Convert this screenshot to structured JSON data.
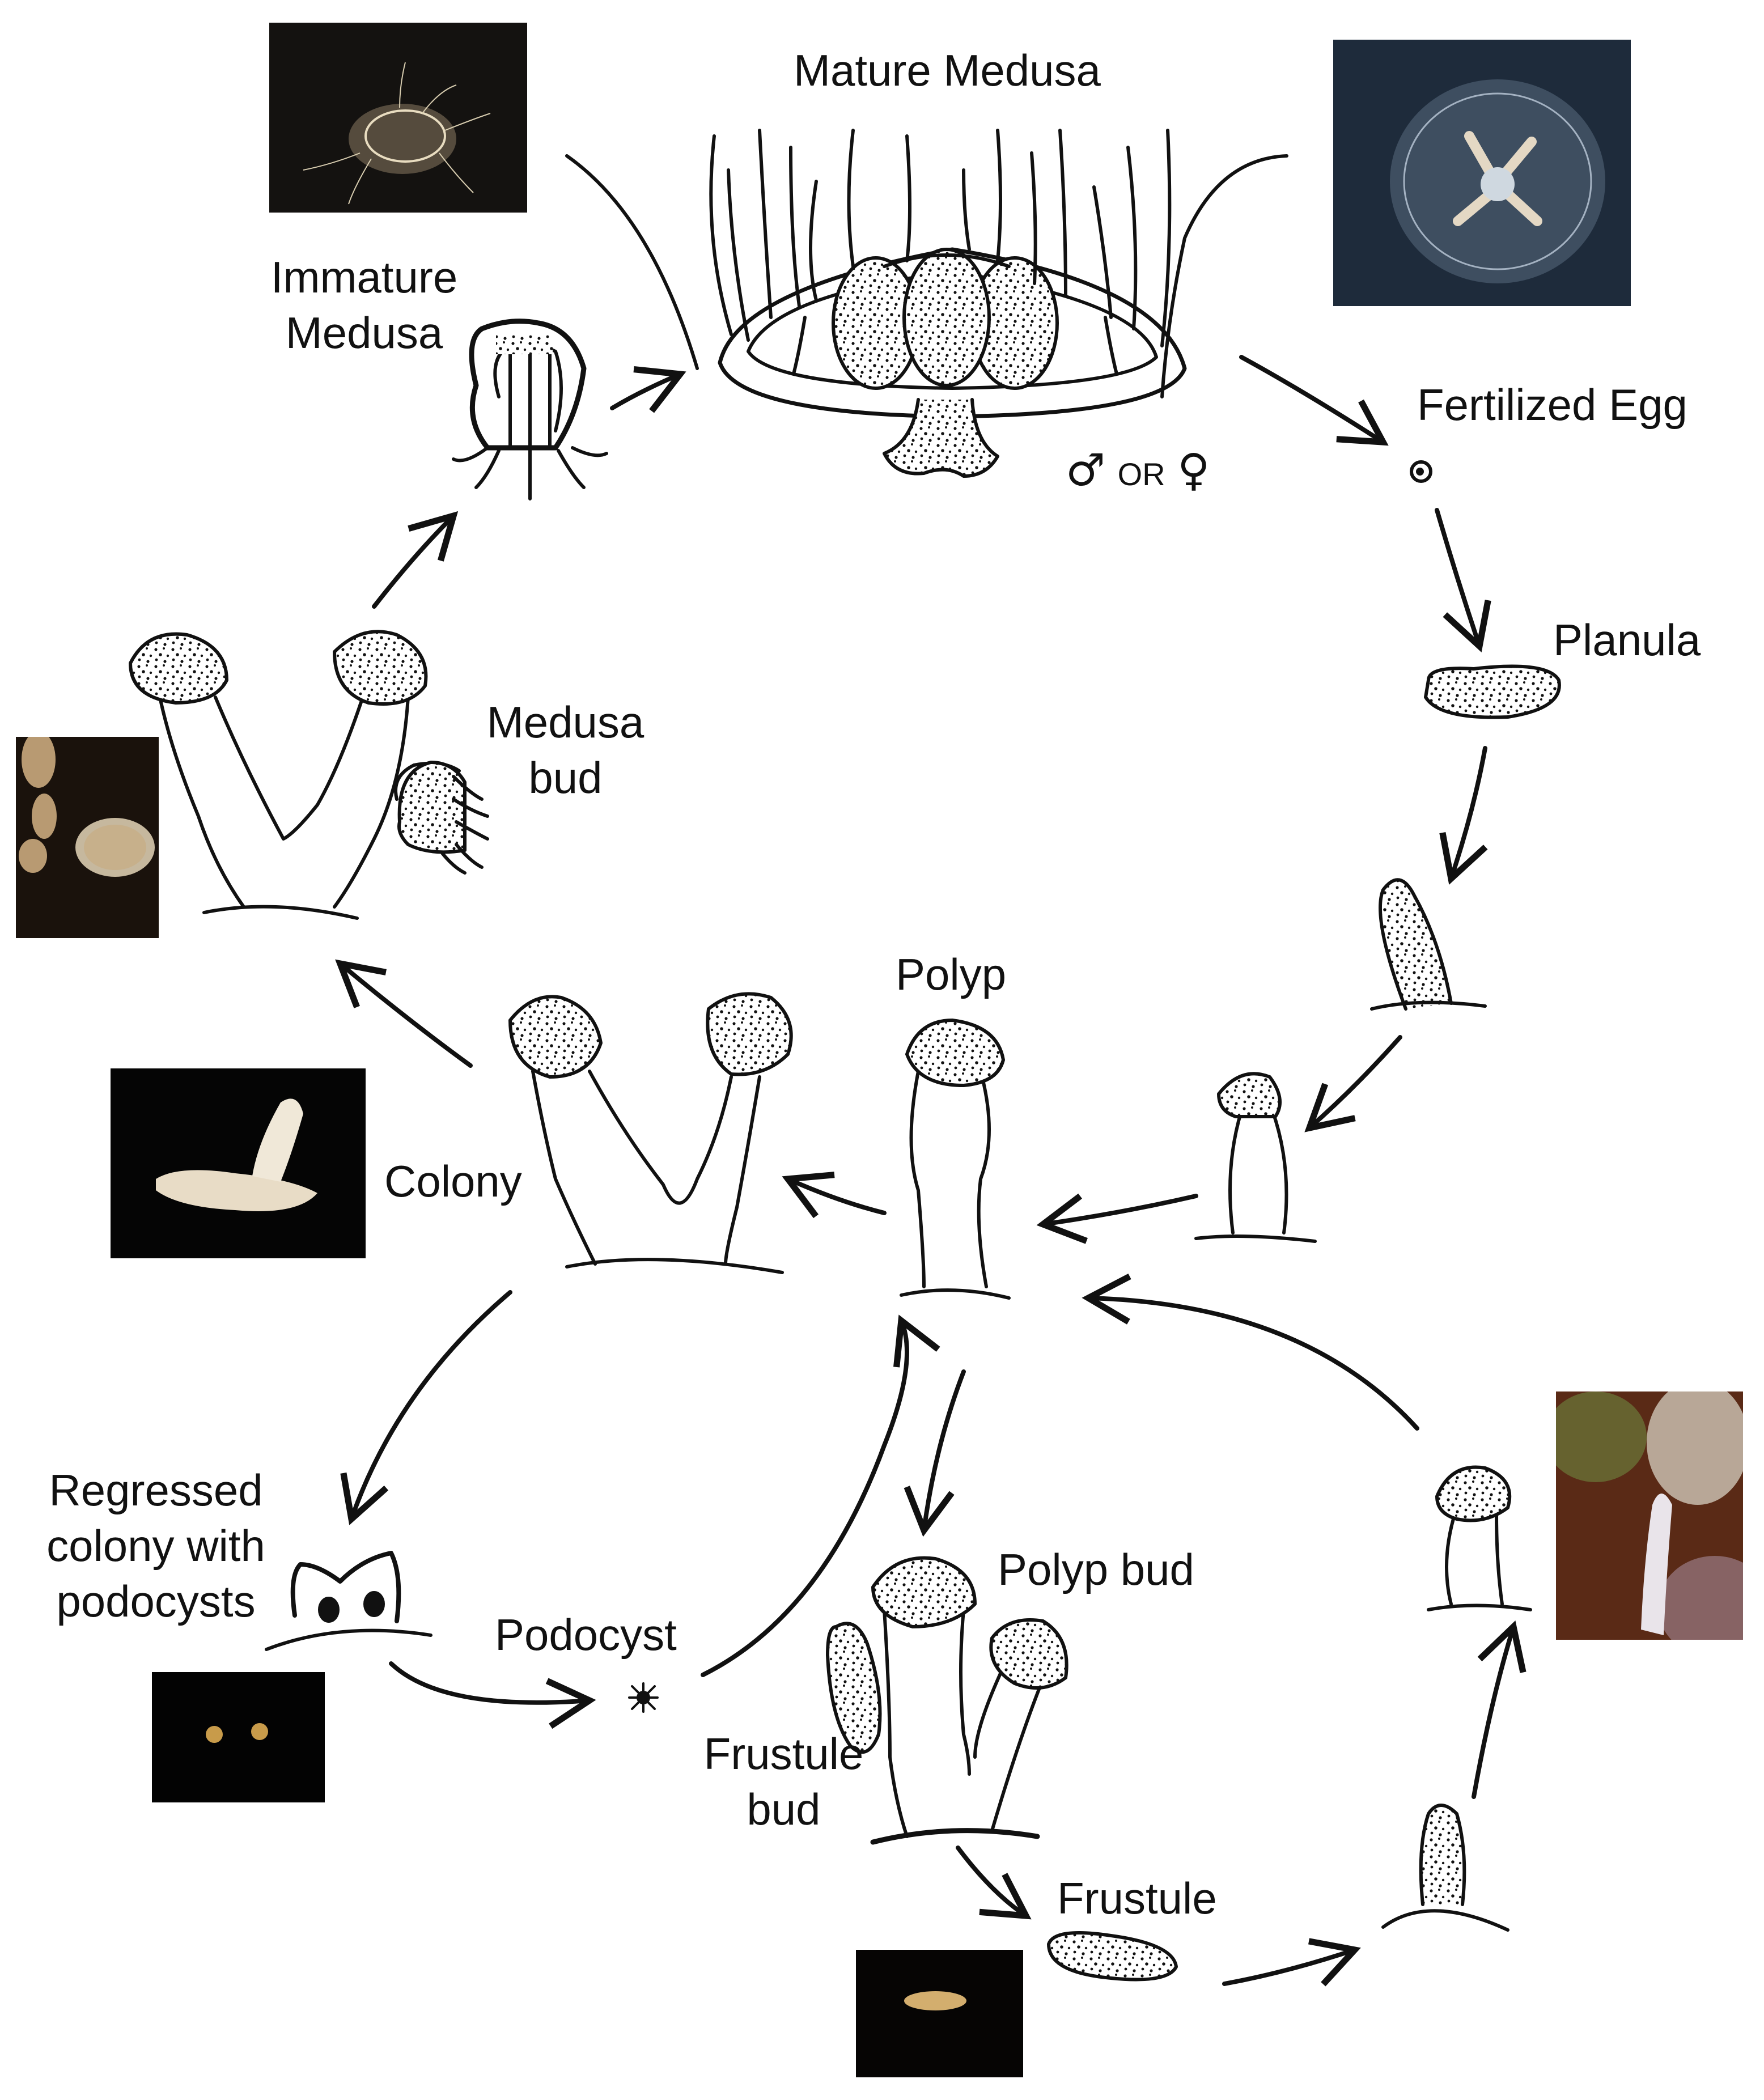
{
  "labels": {
    "mature_medusa": "Mature Medusa",
    "immature_medusa_line1": "Immature",
    "immature_medusa_line2": "Medusa",
    "fertilized_egg": "Fertilized Egg",
    "planula": "Planula",
    "medusa_bud_line1": "Medusa",
    "medusa_bud_line2": "bud",
    "polyp": "Polyp",
    "colony": "Colony",
    "regressed_line1": "Regressed",
    "regressed_line2": "colony with",
    "regressed_line3": "podocysts",
    "podocyst": "Podocyst",
    "polyp_bud": "Polyp bud",
    "frustule_bud_line1": "Frustule",
    "frustule_bud_line2": "bud",
    "frustule": "Frustule",
    "sex_male": "♂",
    "sex_or": "OR",
    "sex_female": "♀"
  },
  "colors": {
    "ink": "#111111",
    "background": "#ffffff",
    "photo_bg": "#050505"
  }
}
